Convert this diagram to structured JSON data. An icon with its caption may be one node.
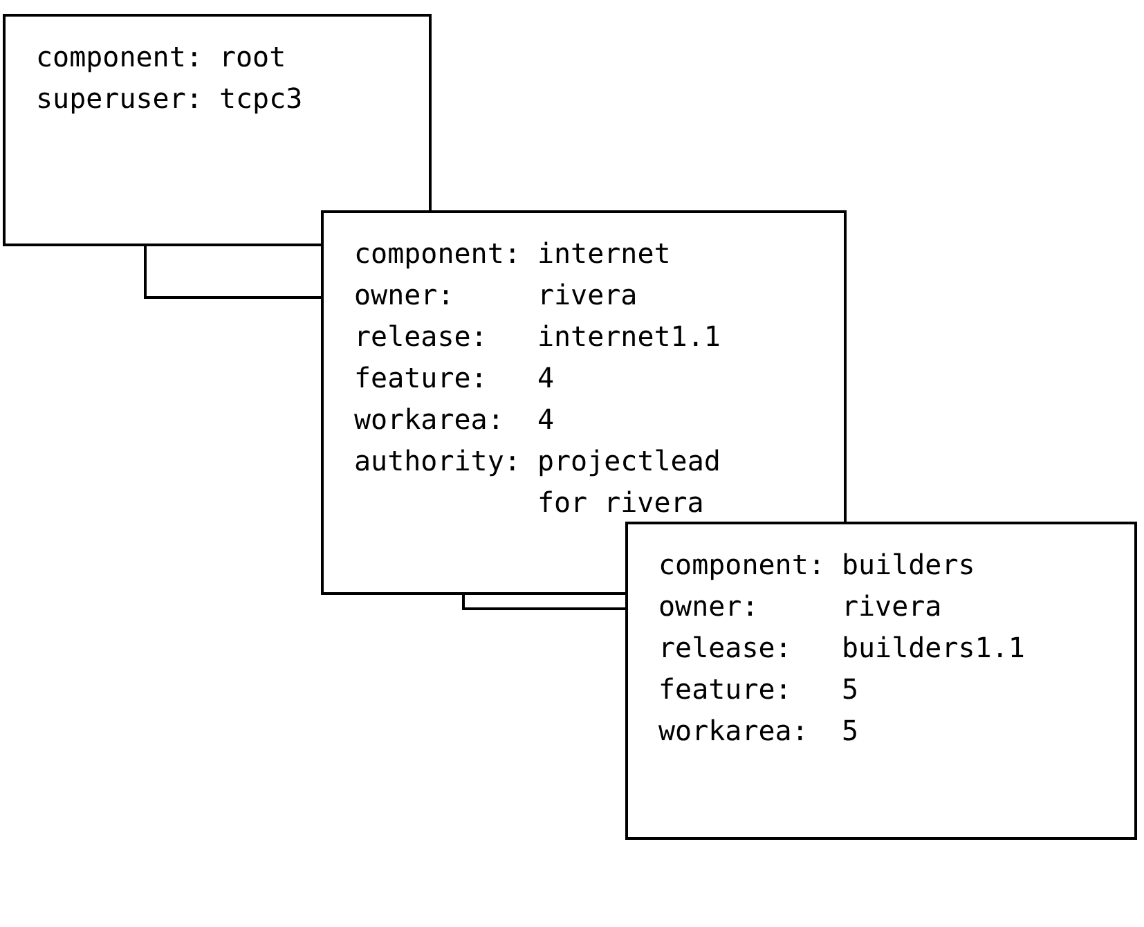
{
  "diagram": {
    "nodes": [
      {
        "text": [
          "component: root",
          "superuser: tcpc3"
        ]
      },
      {
        "text": [
          "component: internet",
          "owner:     rivera",
          "release:   internet1.1",
          "feature:   4",
          "workarea:  4",
          "authority: projectlead for rivera"
        ]
      },
      {
        "text": [
          "component: builders",
          "owner:     rivera",
          "release:   builders1.1",
          "feature:   5",
          "workarea:  5"
        ]
      }
    ],
    "edges": [
      {
        "from": 0,
        "to": 1,
        "arrow": "none"
      },
      {
        "from": 1,
        "to": 2,
        "arrow": "none"
      }
    ]
  }
}
